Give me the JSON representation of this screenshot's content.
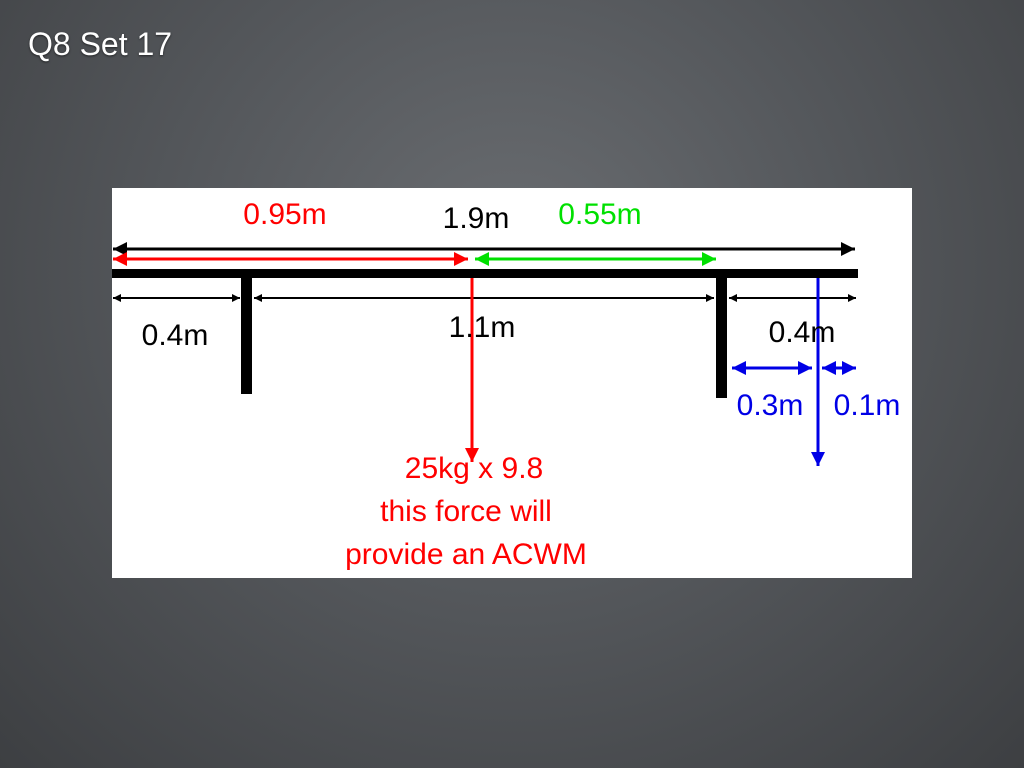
{
  "slide": {
    "title": "Q8 Set 17"
  },
  "diagram": {
    "labels": {
      "total_length": "1.9m",
      "left_to_center": "0.95m",
      "center_to_right_leg": "0.55m",
      "left_overhang": "0.4m",
      "between_legs": "1.1m",
      "right_overhang": "0.4m",
      "leg_to_load": "0.3m",
      "load_to_end": "0.1m"
    },
    "load_caption": {
      "line1": "25kg x 9.8",
      "line2": "this force will",
      "line3": "provide an ACWM"
    },
    "colors": {
      "black": "#000000",
      "red": "#ff0000",
      "green": "#00e000",
      "blue": "#0000e6"
    }
  }
}
